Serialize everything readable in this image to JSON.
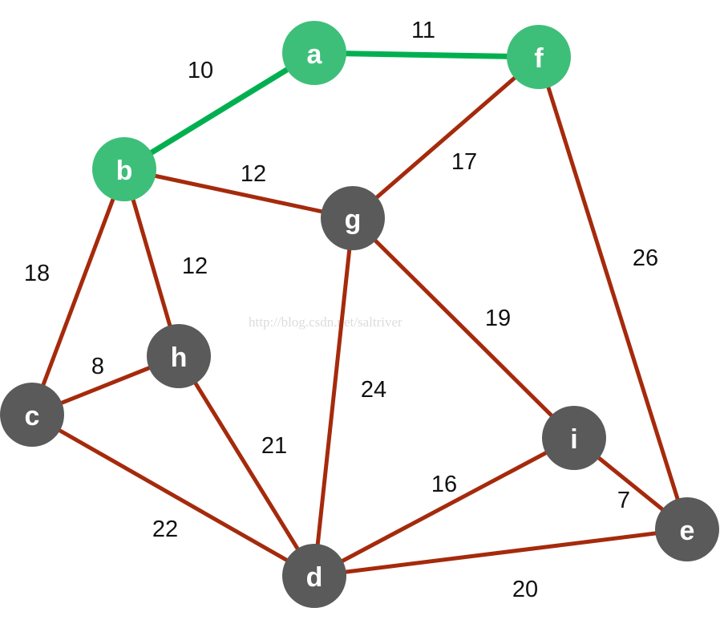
{
  "colors": {
    "tree_edge": "#00b050",
    "edge": "#a52a0c",
    "tree_node": "#3dbf7a",
    "node": "#5a5a5a",
    "node_text": "#ffffff",
    "label_text": "#111111"
  },
  "watermark": "http://blog.csdn.net/saltriver",
  "nodes": [
    {
      "id": "a",
      "label": "a",
      "in_tree": true
    },
    {
      "id": "f",
      "label": "f",
      "in_tree": true
    },
    {
      "id": "b",
      "label": "b",
      "in_tree": true
    },
    {
      "id": "g",
      "label": "g",
      "in_tree": false
    },
    {
      "id": "h",
      "label": "h",
      "in_tree": false
    },
    {
      "id": "c",
      "label": "c",
      "in_tree": false
    },
    {
      "id": "i",
      "label": "i",
      "in_tree": false
    },
    {
      "id": "d",
      "label": "d",
      "in_tree": false
    },
    {
      "id": "e",
      "label": "e",
      "in_tree": false
    }
  ],
  "edges": [
    {
      "from": "b",
      "to": "a",
      "weight": "10",
      "in_tree": true
    },
    {
      "from": "a",
      "to": "f",
      "weight": "11",
      "in_tree": true
    },
    {
      "from": "b",
      "to": "g",
      "weight": "12",
      "in_tree": false
    },
    {
      "from": "f",
      "to": "g",
      "weight": "17",
      "in_tree": false
    },
    {
      "from": "b",
      "to": "h",
      "weight": "12",
      "in_tree": false
    },
    {
      "from": "b",
      "to": "c",
      "weight": "18",
      "in_tree": false
    },
    {
      "from": "f",
      "to": "e",
      "weight": "26",
      "in_tree": false
    },
    {
      "from": "g",
      "to": "i",
      "weight": "19",
      "in_tree": false
    },
    {
      "from": "c",
      "to": "h",
      "weight": "8",
      "in_tree": false
    },
    {
      "from": "g",
      "to": "d",
      "weight": "24",
      "in_tree": false
    },
    {
      "from": "h",
      "to": "d",
      "weight": "21",
      "in_tree": false
    },
    {
      "from": "i",
      "to": "d",
      "weight": "16",
      "in_tree": false
    },
    {
      "from": "i",
      "to": "e",
      "weight": "7",
      "in_tree": false
    },
    {
      "from": "c",
      "to": "d",
      "weight": "22",
      "in_tree": false
    },
    {
      "from": "d",
      "to": "e",
      "weight": "20",
      "in_tree": false
    }
  ]
}
